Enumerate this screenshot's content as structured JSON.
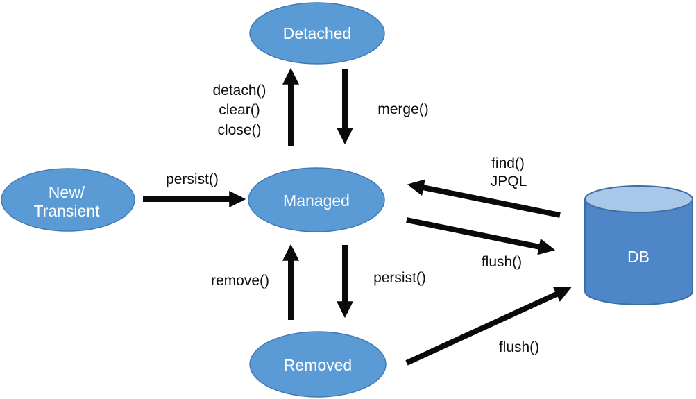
{
  "nodes": {
    "detached": {
      "label": "Detached"
    },
    "new_transient": {
      "line1": "New/",
      "line2": "Transient"
    },
    "managed": {
      "label": "Managed"
    },
    "removed": {
      "label": "Removed"
    },
    "db": {
      "label": "DB"
    }
  },
  "edges": {
    "detach": {
      "line1": "detach()",
      "line2": "clear()",
      "line3": "close()"
    },
    "merge": {
      "label": "merge()"
    },
    "persist_new_to_managed": {
      "label": "persist()"
    },
    "find_jpql": {
      "line1": "find()",
      "line2": "JPQL"
    },
    "flush_managed_to_db": {
      "label": "flush()"
    },
    "remove": {
      "label": "remove()"
    },
    "persist_managed_removed": {
      "label": "persist()"
    },
    "flush_removed_to_db": {
      "label": "flush()"
    }
  },
  "colors": {
    "node_fill": "#5b9bd5",
    "node_border": "#4479b2",
    "cylinder_body": "#4e86c8",
    "cylinder_top": "#a9c7e9",
    "cylinder_border": "#3a6ea5",
    "arrow": "#0a0a0a",
    "edge_text": "#0d0d0d",
    "node_text": "#ffffff",
    "background": "#ffffff"
  }
}
